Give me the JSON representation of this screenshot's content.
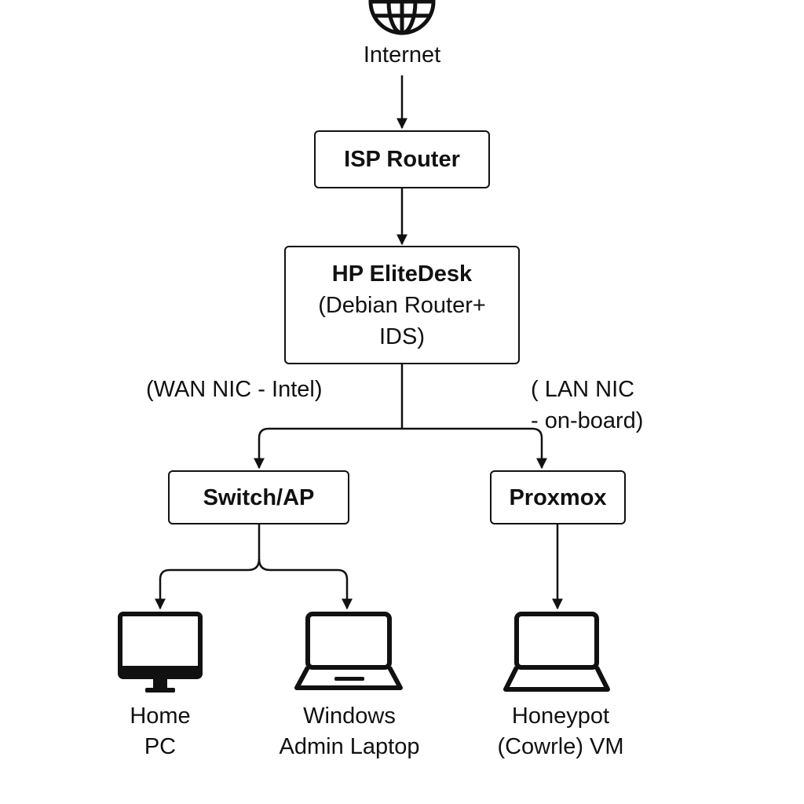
{
  "colors": {
    "ink": "#111111",
    "background": "#ffffff"
  },
  "nodes": {
    "internet": {
      "label": "Internet",
      "icon": "globe-icon"
    },
    "isp_router": {
      "label": "ISP Router"
    },
    "elitedesk": {
      "title": "HP EliteDesk",
      "line2": "(Debian Router+",
      "line3": "IDS)"
    },
    "switch_ap": {
      "label": "Switch/AP"
    },
    "proxmox": {
      "label": "Proxmox"
    }
  },
  "labels": {
    "wan_nic": "(WAN NIC - Intel)",
    "lan_nic_line1": "(  LAN NIC",
    "lan_nic_line2": "- on-board)"
  },
  "endpoints": {
    "home_pc": {
      "line1": "Home",
      "line2": "PC",
      "icon": "desktop-monitor-icon"
    },
    "admin_laptop": {
      "line1": "Windows",
      "line2": "Admin Laptop",
      "icon": "laptop-icon"
    },
    "honeypot": {
      "line1": "Honeypot",
      "line2": "(Cowrle) VM",
      "icon": "laptop-icon"
    }
  }
}
